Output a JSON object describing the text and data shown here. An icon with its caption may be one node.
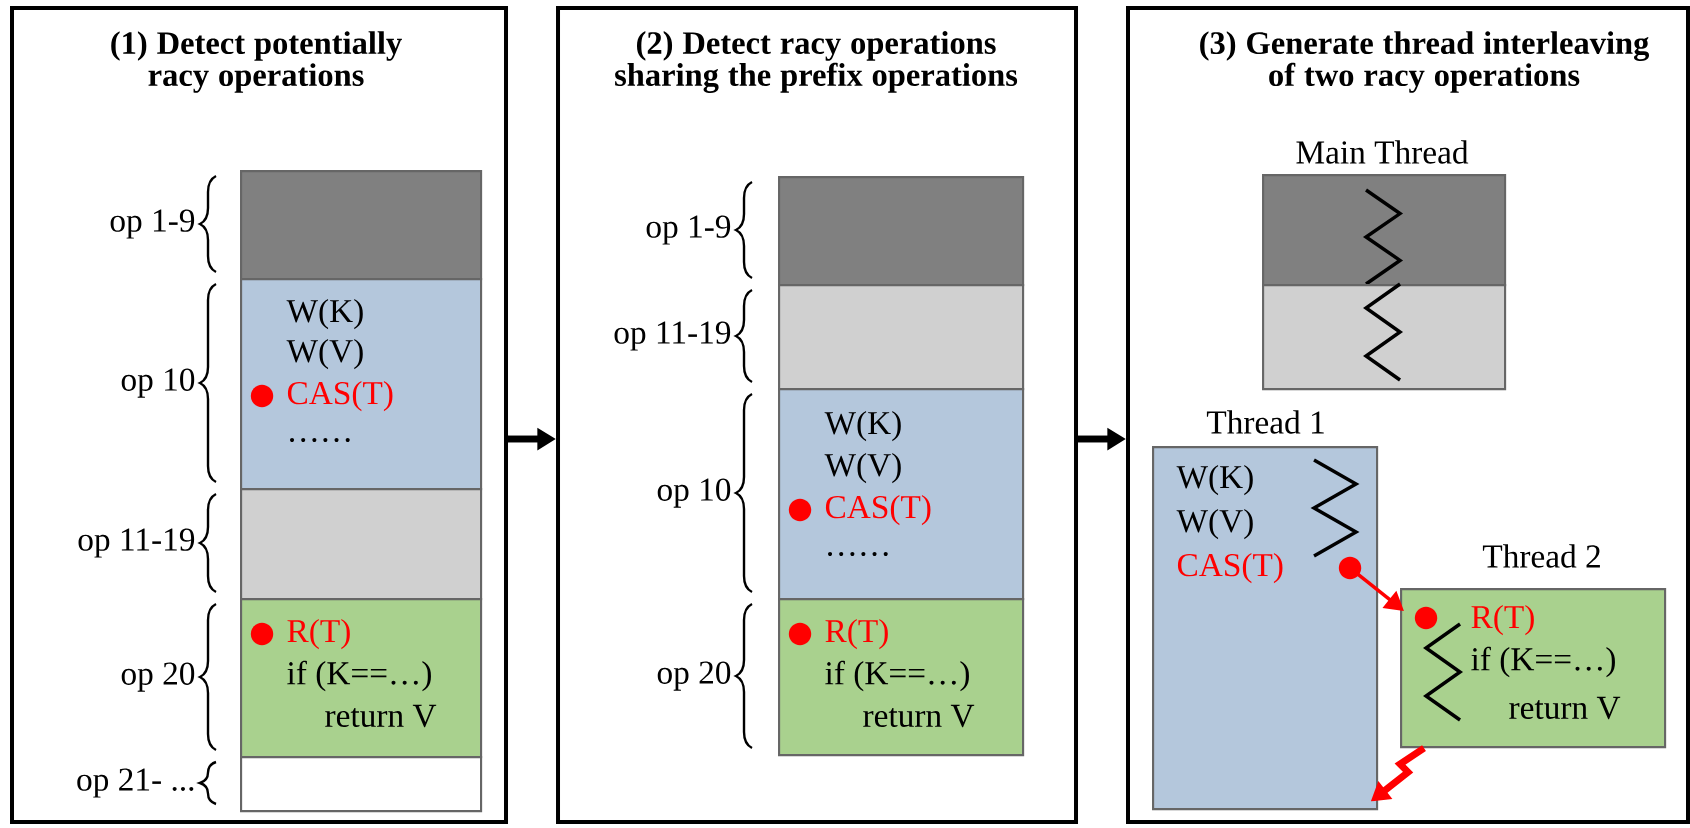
{
  "diagram": {
    "nodes": [
      {
        "text": [
          "(1) Detect potentially racy operations"
        ]
      },
      {
        "text": [],
        "shape": "box",
        "in": 0,
        "beside": [
          "op 1-9"
        ]
      },
      {
        "text": [
          "W(K)",
          "W(V)",
          "CAS(T)",
          "……"
        ],
        "in": 0,
        "beside": [
          "op 10"
        ]
      },
      {
        "text": [],
        "shape": "box",
        "in": 0,
        "beside": [
          "op 11-19"
        ]
      },
      {
        "text": [
          "R(T)",
          "if (K==…)",
          "return V"
        ],
        "in": 0,
        "beside": [
          "op 20"
        ]
      },
      {
        "text": [],
        "shape": "box",
        "in": 0,
        "beside": [
          "op 21- ..."
        ]
      },
      {
        "text": [
          "(2) Detect racy operations sharing the prefix operations"
        ]
      },
      {
        "text": [],
        "shape": "box",
        "in": 6,
        "beside": [
          "op 1-9"
        ]
      },
      {
        "text": [],
        "shape": "box",
        "in": 6,
        "beside": [
          "op 11-19"
        ]
      },
      {
        "text": [
          "W(K)",
          "W(V)",
          "CAS(T)",
          "……"
        ],
        "in": 6,
        "beside": [
          "op 10"
        ]
      },
      {
        "text": [
          "R(T)",
          "if (K==…)",
          "return V"
        ],
        "in": 6,
        "beside": [
          "op 20"
        ]
      },
      {
        "text": [
          "(3) Generate thread interleaving of two racy operations"
        ]
      },
      {
        "text": [
          "Main Thread"
        ],
        "in": 11
      },
      {
        "text": [],
        "shape": "box",
        "in": 11
      },
      {
        "text": [
          "Thread 1",
          "W(K)",
          "W(V)",
          "CAS(T)"
        ],
        "in": 11
      },
      {
        "text": [
          "Thread 2",
          "R(T)",
          "if (K==…)",
          "return V"
        ],
        "in": 11
      }
    ],
    "edges": [
      {
        "from": 0,
        "to": 6,
        "arrow": "to"
      },
      {
        "from": 6,
        "to": 11,
        "arrow": "to"
      },
      {
        "from": 14,
        "to": 15,
        "arrow": "to",
        "color": "#ff0000"
      },
      {
        "from": 15,
        "to": 14,
        "arrow": "to",
        "color": "#ff0000"
      }
    ]
  }
}
